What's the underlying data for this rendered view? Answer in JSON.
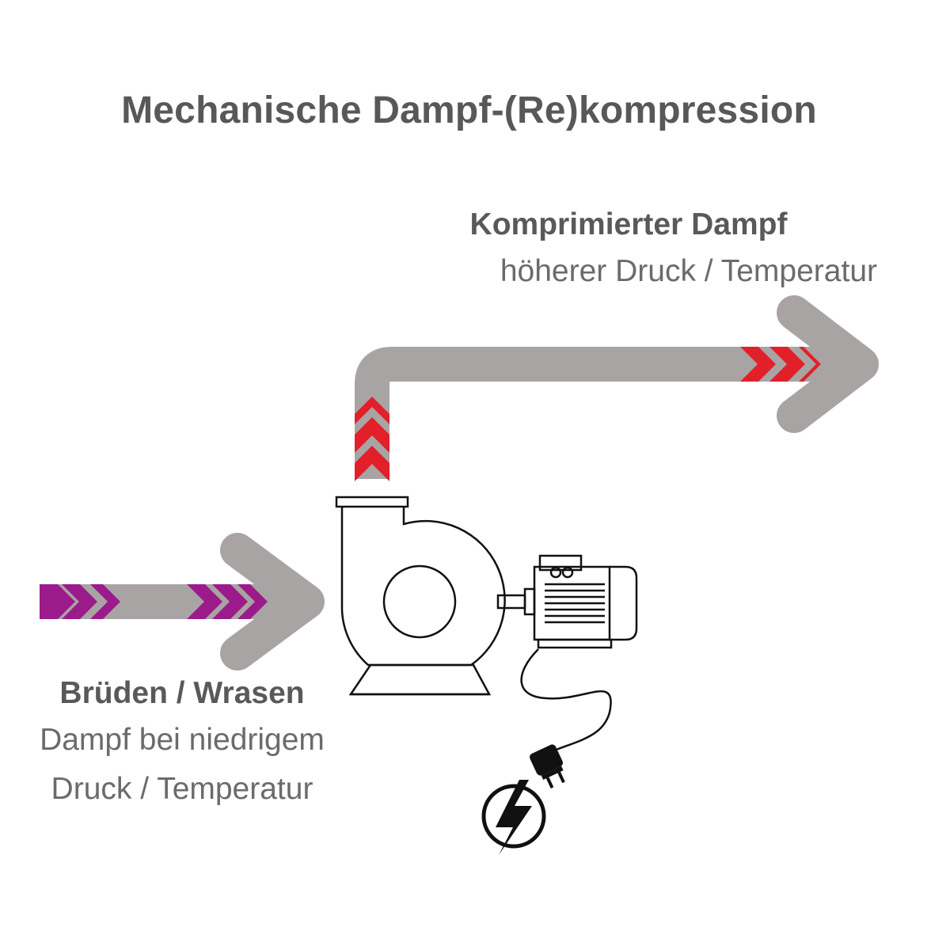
{
  "title": "Mechanische Dampf-(Re)kompression",
  "compressed": {
    "heading": "Komprimierter Dampf",
    "subtitle": "höherer Druck / Temperatur"
  },
  "vapor": {
    "heading": "Brüden / Wrasen",
    "subtitle_line1": "Dampf bei niedrigem",
    "subtitle_line2": "Druck / Temperatur"
  },
  "colors": {
    "arrow_gray": "#a9a4a4",
    "hot_red": "#e1202a",
    "cold_magenta": "#9b1b8a",
    "line_black": "#111111",
    "text_gray": "#595959"
  },
  "icons": [
    "compressor-icon",
    "electric-motor-icon",
    "power-plug-icon",
    "lightning-bolt-icon"
  ]
}
